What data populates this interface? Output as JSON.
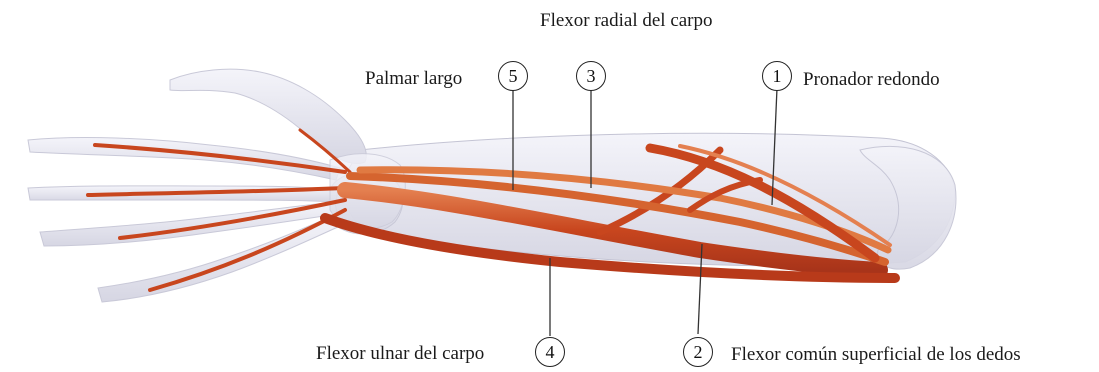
{
  "labels": {
    "flexor_radial": "Flexor radial del carpo",
    "palmar_largo": "Palmar largo",
    "pronador_redondo": "Pronador redondo",
    "flexor_ulnar": "Flexor ulnar del carpo",
    "flexor_comun": "Flexor común superficial de los dedos"
  },
  "markers": {
    "m1": "1",
    "m2": "2",
    "m3": "3",
    "m4": "4",
    "m5": "5"
  },
  "colors": {
    "muscle": "#c8461e",
    "muscle_light": "#e07a42",
    "bone": "#e6e6ef",
    "bone_edge": "#c9c9d6",
    "leader": "#333333"
  }
}
